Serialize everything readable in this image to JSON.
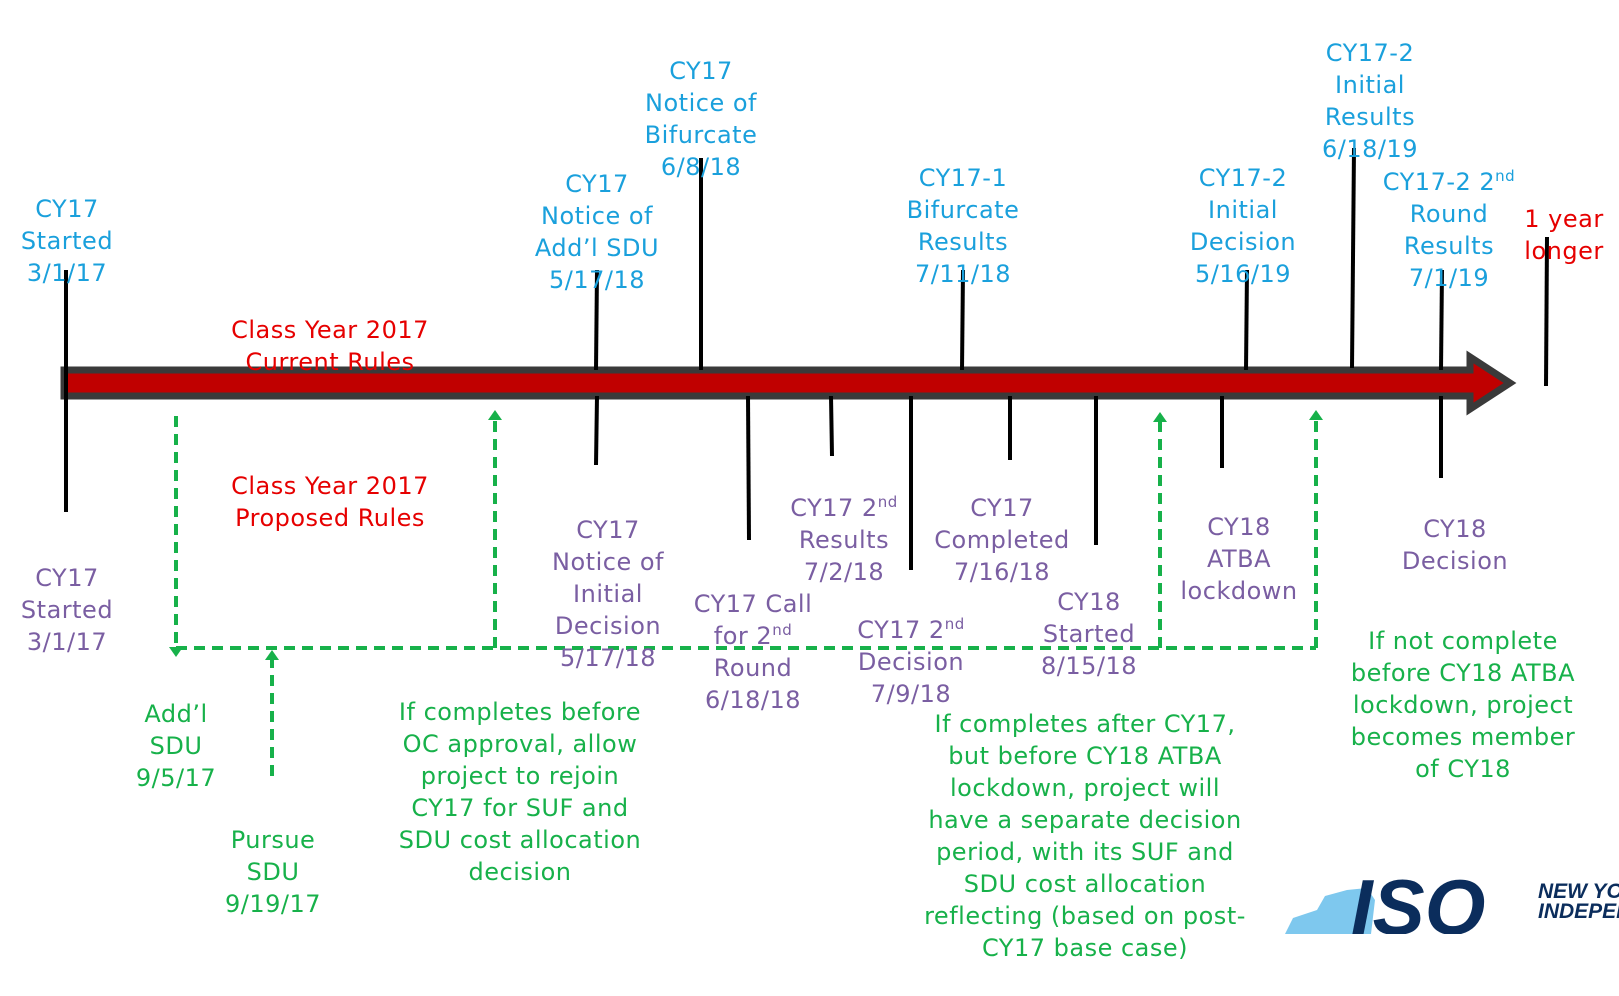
{
  "proposal_labels": [
    {
      "id": "current",
      "lines": [
        "Class Year 2017",
        "Current Rules"
      ]
    },
    {
      "id": "proposed",
      "lines": [
        "Class Year 2017",
        "Proposed Rules"
      ]
    }
  ],
  "current_rules_milestones": [
    {
      "id": "cy17-started",
      "lines": [
        "CY17",
        "Started",
        "3/1/17"
      ]
    },
    {
      "id": "notice-addl-sdu",
      "lines": [
        "CY17",
        "Notice of",
        "Add’l SDU",
        "5/17/18"
      ]
    },
    {
      "id": "notice-bifurcate",
      "lines": [
        "CY17",
        "Notice of",
        "Bifurcate",
        "6/8/18"
      ]
    },
    {
      "id": "bifurcate-results",
      "lines": [
        "CY17-1",
        "Bifurcate",
        "Results",
        "7/11/18"
      ]
    },
    {
      "id": "cy17-2-initial-decision",
      "lines": [
        "CY17-2",
        "Initial",
        "Decision",
        "5/16/19"
      ]
    },
    {
      "id": "cy17-2-initial-results",
      "lines": [
        "CY17-2",
        "Initial",
        "Results",
        "6/18/19"
      ]
    },
    {
      "id": "cy17-2-2nd-round-results",
      "lines": [
        "CY17-2 2nd",
        "Round",
        "Results",
        "7/1/19"
      ]
    }
  ],
  "extension_note": {
    "lines": [
      "1 year",
      "longer"
    ]
  },
  "proposed_rules_milestones": [
    {
      "id": "cy17-started-p",
      "lines": [
        "CY17",
        "Started",
        "3/1/17"
      ]
    },
    {
      "id": "notice-initial-decision",
      "lines": [
        "CY17",
        "Notice of",
        "Initial",
        "Decision",
        "5/17/18"
      ]
    },
    {
      "id": "call-2nd-round",
      "lines": [
        "CY17 Call",
        "for 2nd",
        "Round",
        "6/18/18"
      ]
    },
    {
      "id": "2nd-results",
      "lines": [
        "CY17 2nd",
        "Results",
        "7/2/18"
      ]
    },
    {
      "id": "2nd-decision",
      "lines": [
        "CY17 2nd",
        "Decision",
        "7/9/18"
      ]
    },
    {
      "id": "cy17-completed",
      "lines": [
        "CY17",
        "Completed",
        "7/16/18"
      ]
    },
    {
      "id": "cy18-started",
      "lines": [
        "CY18",
        "Started",
        "8/15/18"
      ]
    },
    {
      "id": "cy18-atba-lockdown",
      "lines": [
        "CY18",
        "ATBA",
        "lockdown"
      ]
    },
    {
      "id": "cy18-decision",
      "lines": [
        "CY18",
        "Decision"
      ]
    }
  ],
  "sdu_path_notes": [
    {
      "id": "addl-sdu",
      "lines": [
        "Add’l",
        "SDU",
        "9/5/17"
      ]
    },
    {
      "id": "pursue-sdu",
      "lines": [
        "Pursue",
        "SDU",
        "9/19/17"
      ]
    },
    {
      "id": "rejoin-note",
      "lines": [
        "If completes before",
        "OC approval, allow",
        "project to rejoin",
        "CY17 for SUF and",
        "SDU cost allocation",
        "decision"
      ]
    },
    {
      "id": "separate-period-note",
      "lines": [
        "If completes after CY17,",
        "but before CY18 ATBA",
        "lockdown, project will",
        "have a separate decision",
        "period, with its SUF and",
        "SDU cost allocation",
        "reflecting (based on post-",
        "CY17 base case)"
      ]
    },
    {
      "id": "member-cy18-note",
      "lines": [
        "If not complete",
        "before CY18 ATBA",
        "lockdown, project",
        "becomes member",
        "of CY18"
      ]
    }
  ],
  "logo": {
    "mark": "ISO",
    "word_lines": [
      "NEW YOR",
      "INDEPEN"
    ]
  },
  "colors": {
    "current_milestone": "#1aa0dc",
    "proposed_milestone": "#7a5ea2",
    "sdu_path": "#17b14a",
    "rules_heading": "#e60000",
    "arrow_fill": "#c00000",
    "arrow_outline": "#3a3a3a",
    "logo_light": "#7ec8ee",
    "logo_dark": "#0b2d5c"
  }
}
